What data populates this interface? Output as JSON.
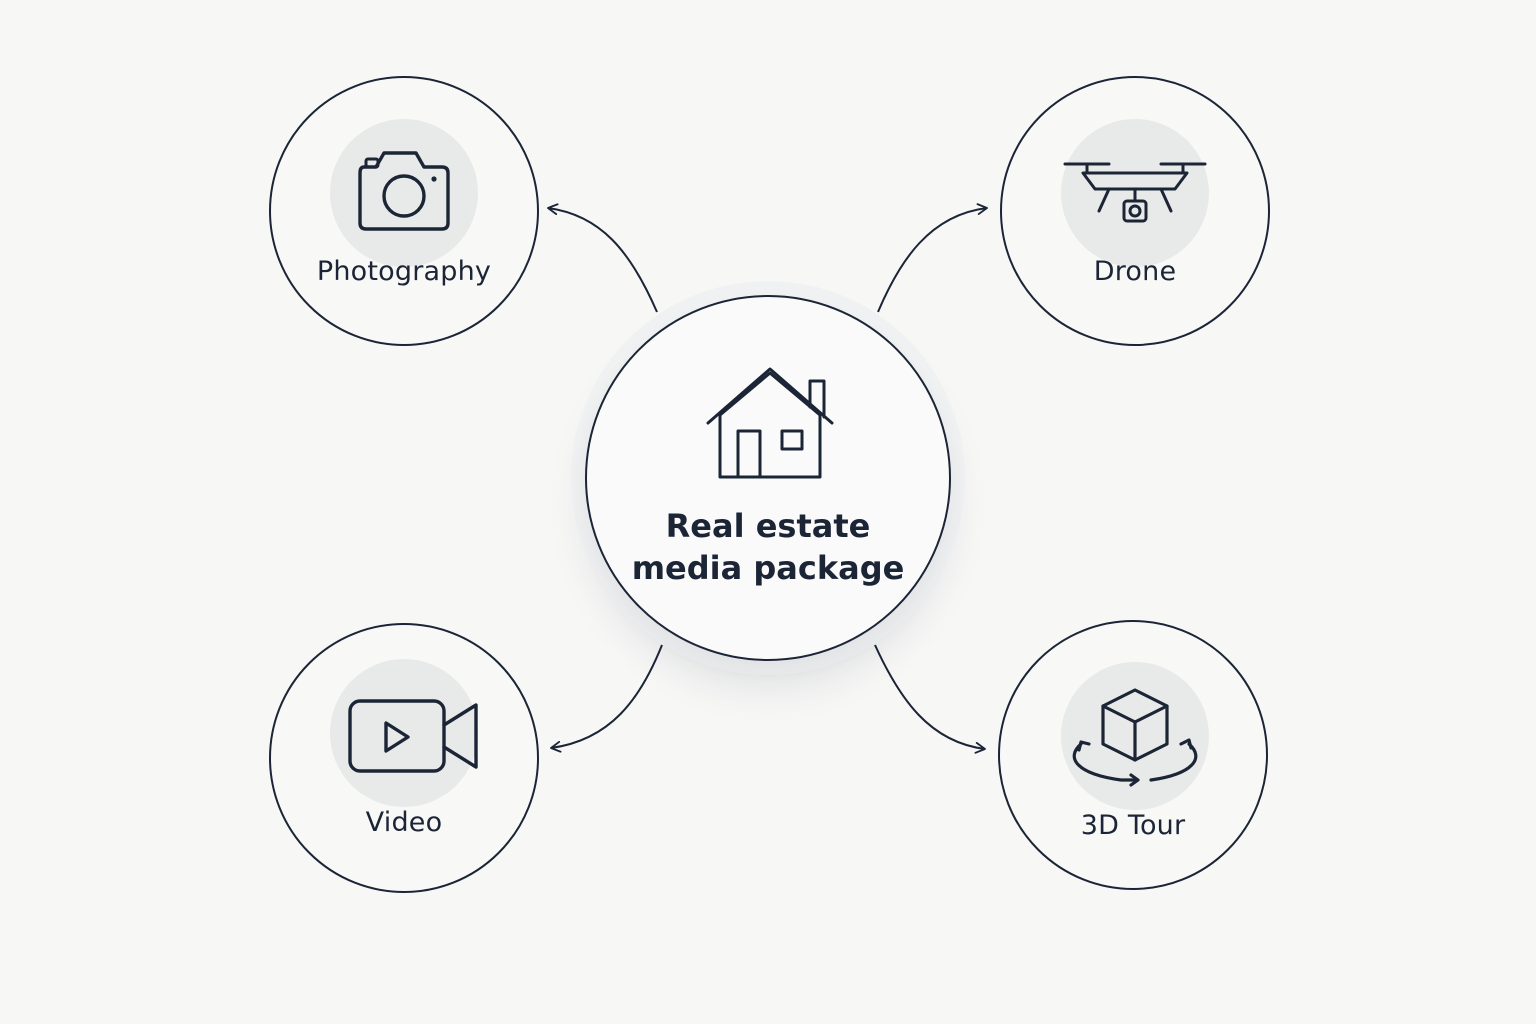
{
  "diagram": {
    "center": {
      "icon": "house-icon",
      "label_line1": "Real estate",
      "label_line2": "media package"
    },
    "nodes": [
      {
        "id": "photography",
        "label": "Photography",
        "icon": "camera-icon"
      },
      {
        "id": "drone",
        "label": "Drone",
        "icon": "drone-icon"
      },
      {
        "id": "video",
        "label": "Video",
        "icon": "video-camera-icon"
      },
      {
        "id": "tour",
        "label": "3D Tour",
        "icon": "cube-rotate-icon"
      }
    ],
    "colors": {
      "stroke": "#1b2536",
      "background": "#f7f7f6",
      "icon_disc": "#e8e9e9"
    }
  }
}
